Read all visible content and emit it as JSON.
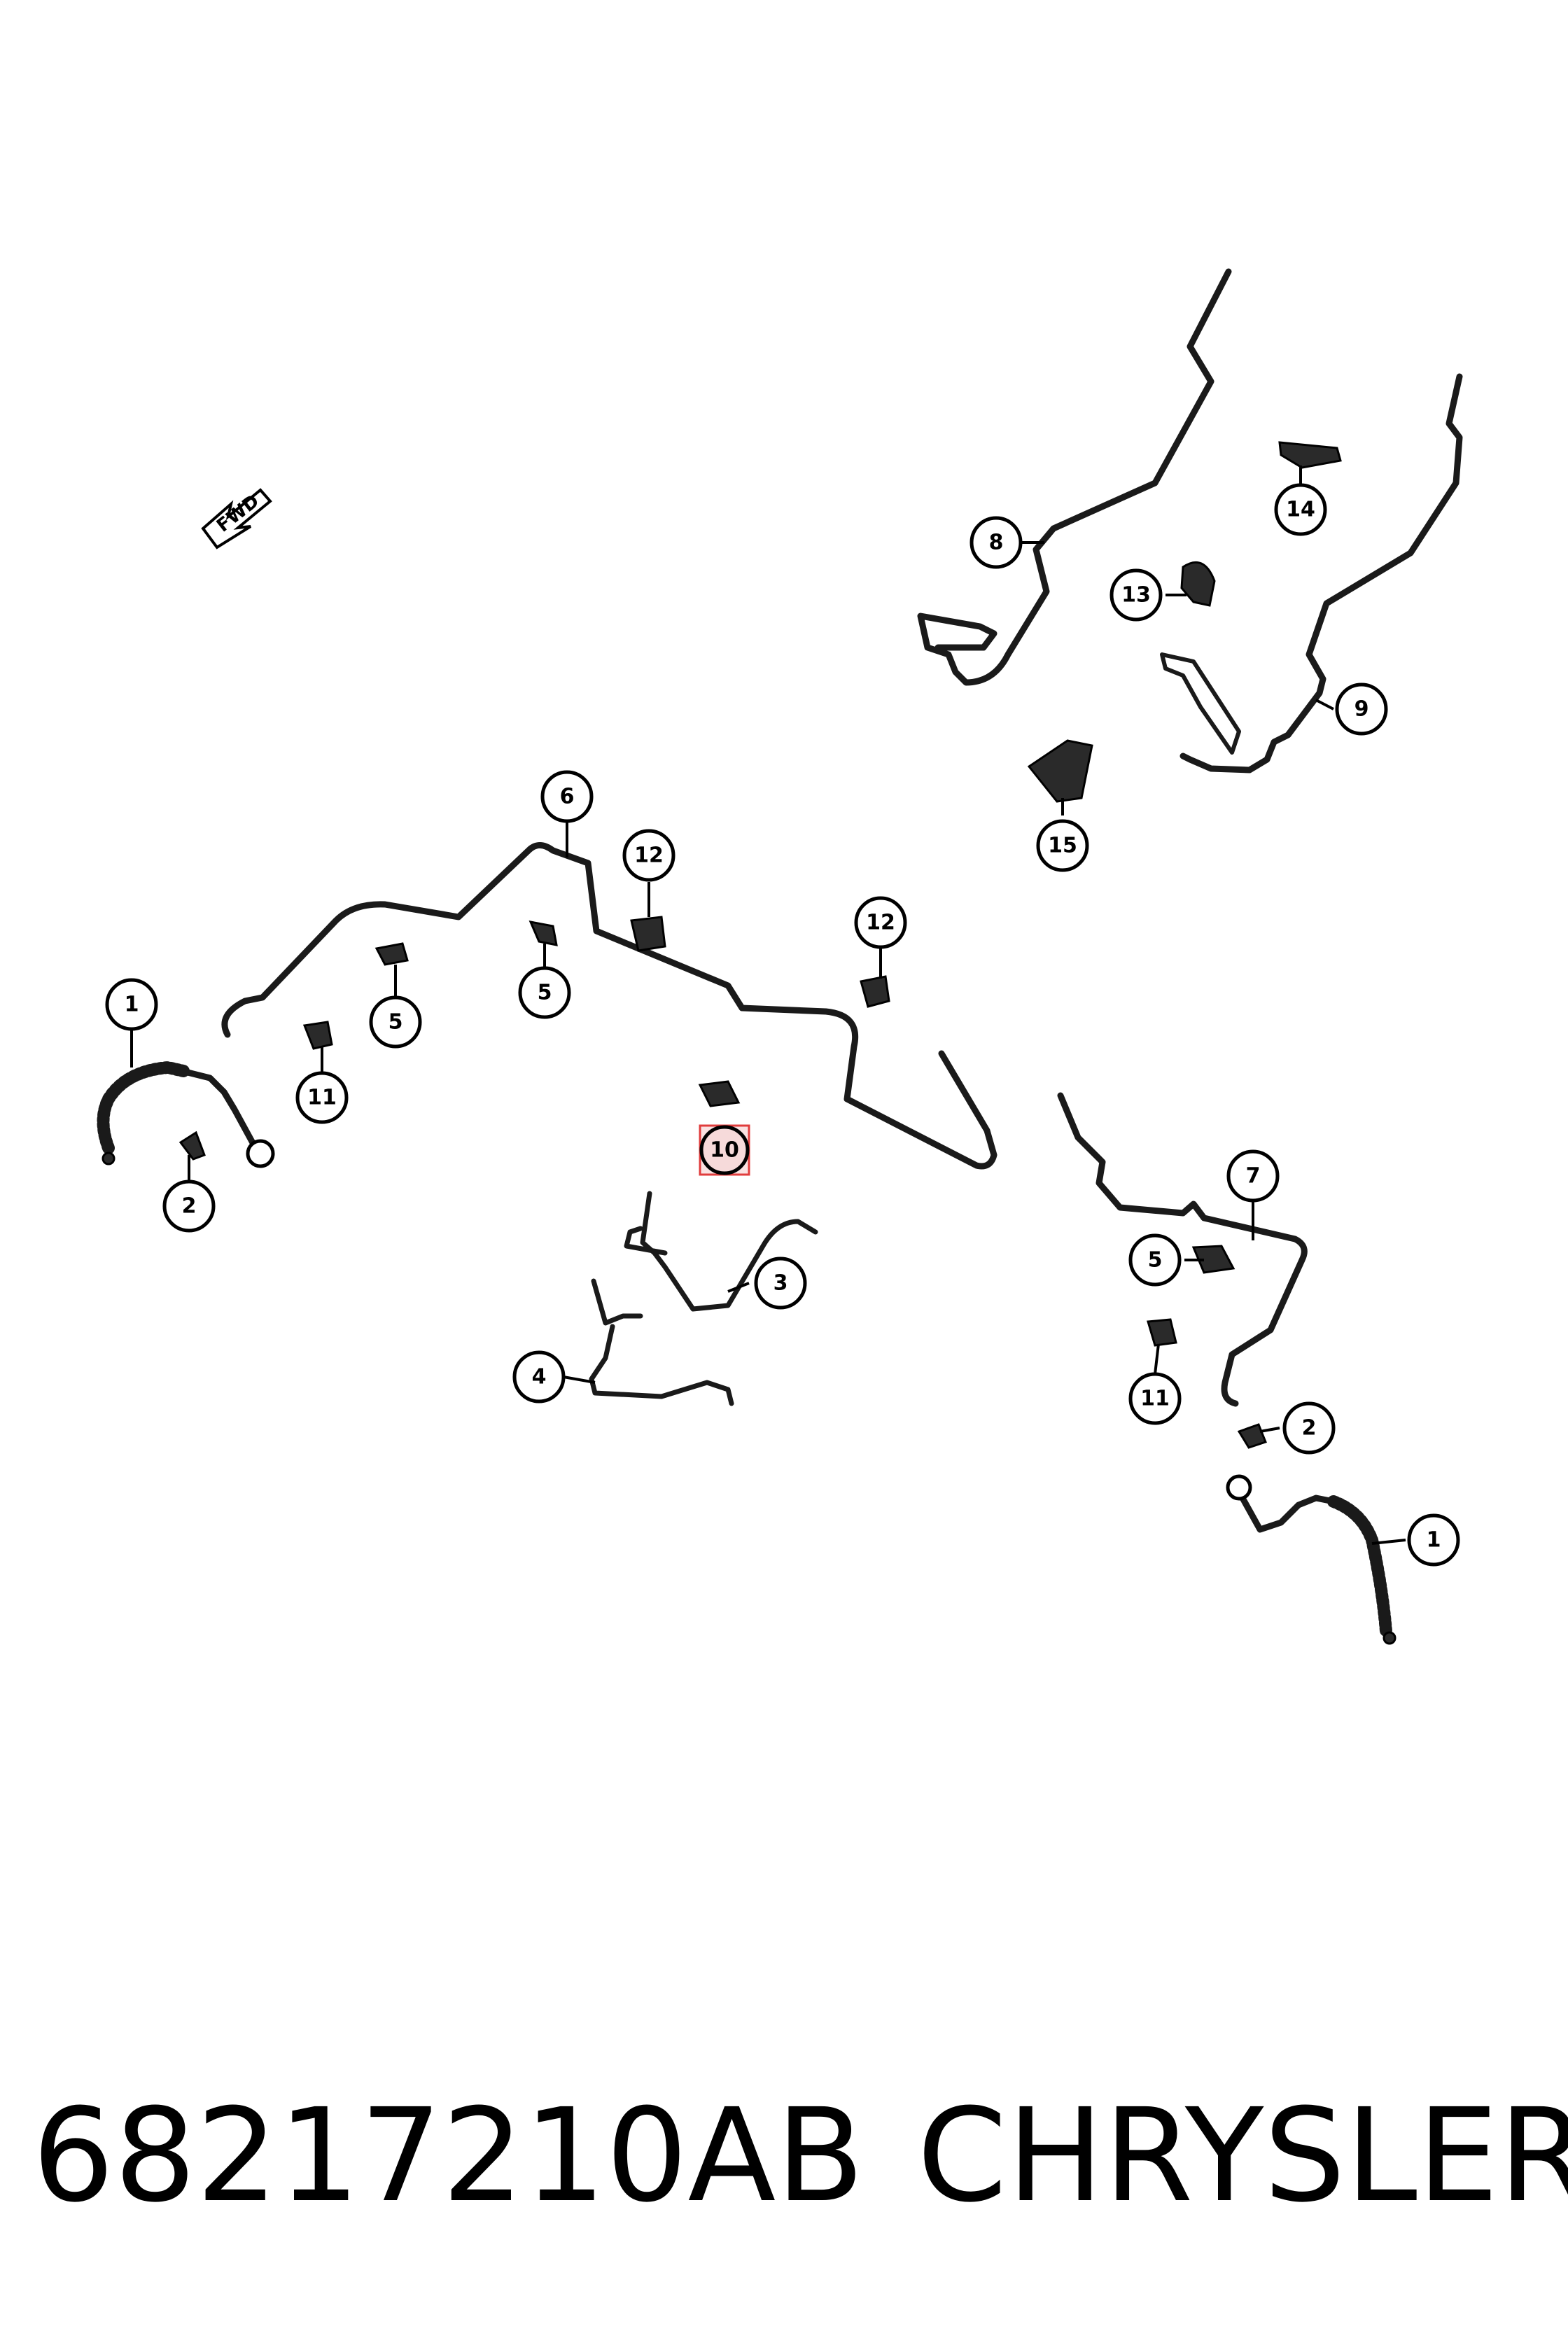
{
  "diagram": {
    "direction_arrow": "FWD",
    "callouts": [
      "1",
      "2",
      "3",
      "4",
      "5",
      "5",
      "5",
      "6",
      "7",
      "8",
      "9",
      "10",
      "11",
      "11",
      "12",
      "12",
      "13",
      "14",
      "15",
      "2",
      "1"
    ],
    "highlight_color": "#e03c3c"
  },
  "footer": {
    "part_number": "68217210AB",
    "make": "CHRYSLER"
  }
}
